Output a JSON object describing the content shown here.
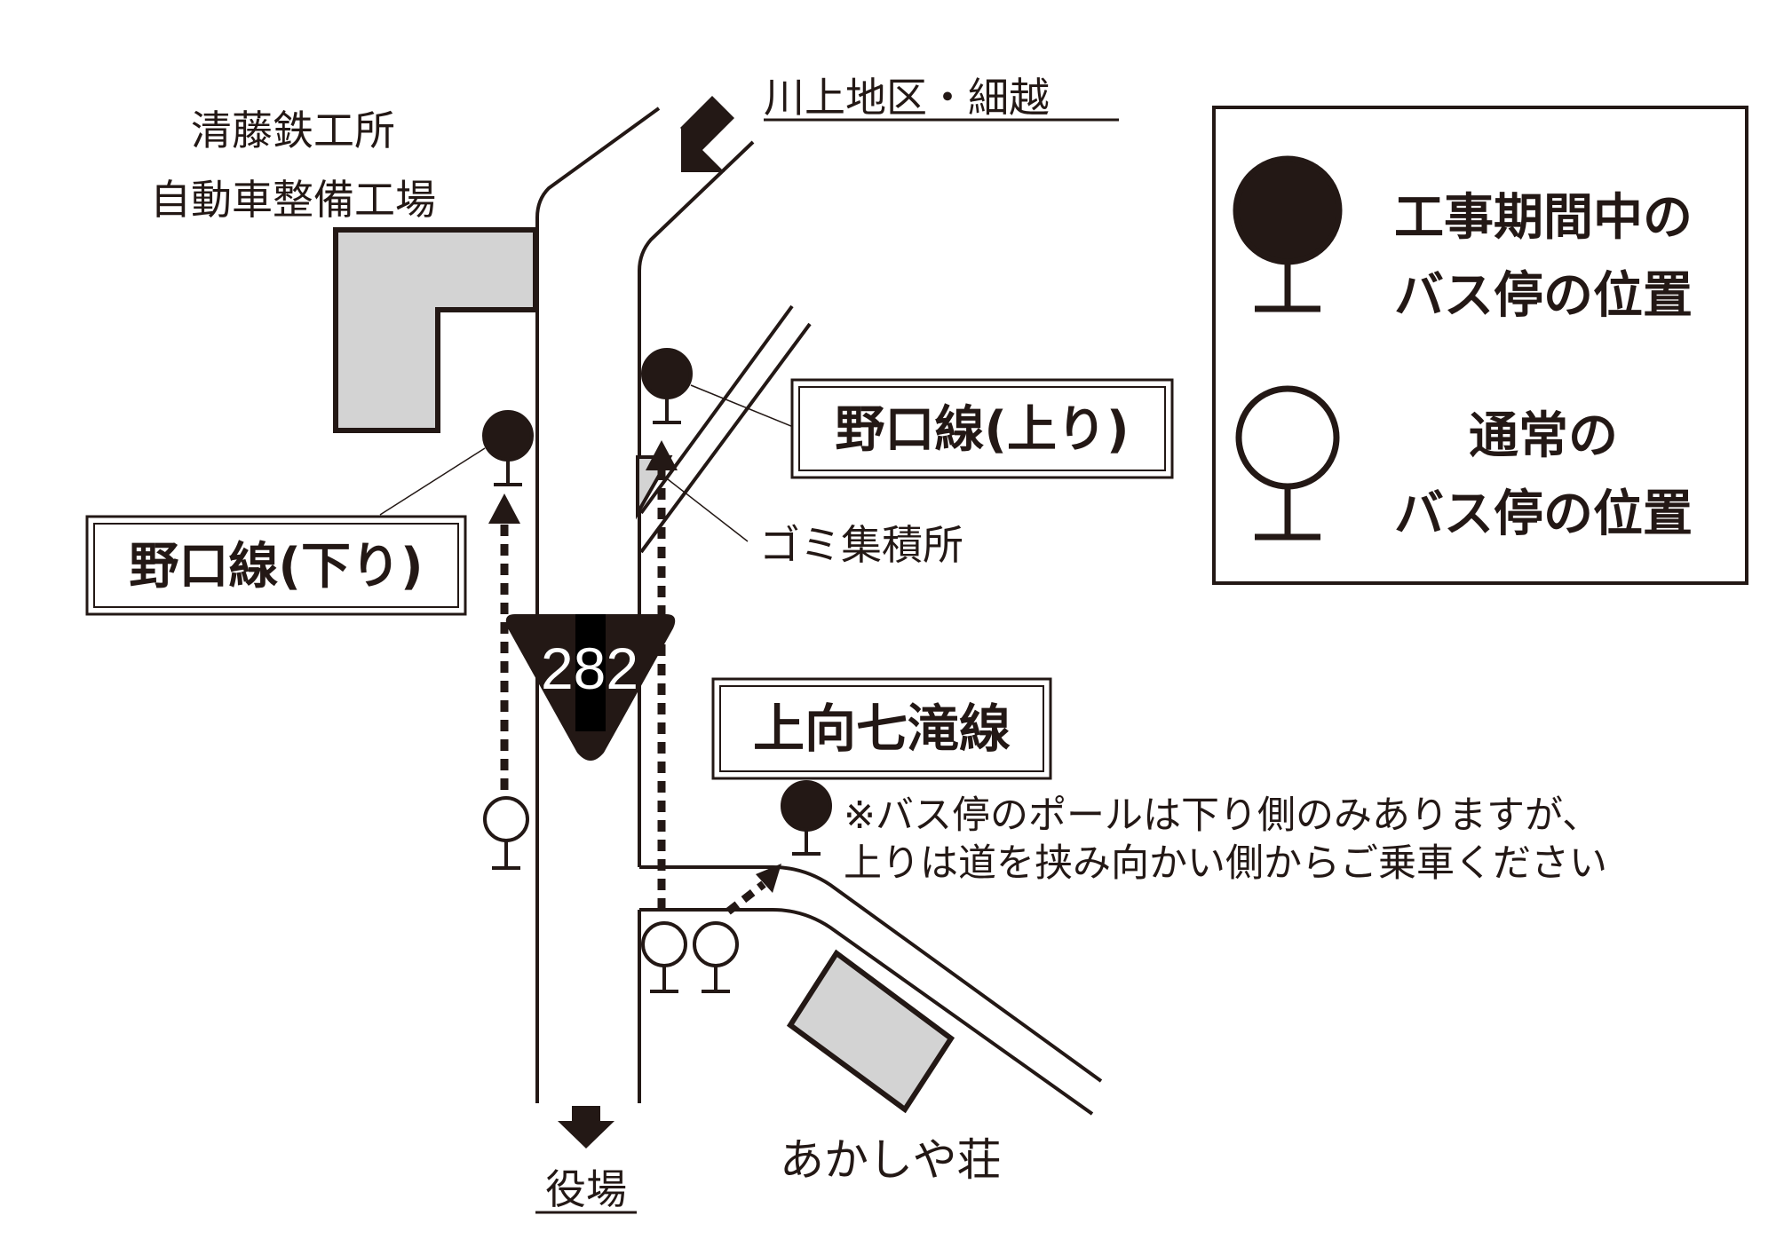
{
  "labels": {
    "factory_line1": "清藤鉄工所",
    "factory_line2": "自動車整備工場",
    "north_dest": "川上地区・細越",
    "south_dest": "役場",
    "garbage": "ゴミ集積所",
    "lodge": "あかしや荘",
    "route_number": "282"
  },
  "route_boxes": {
    "noguchi_down": "野口線(下り)",
    "noguchi_up": "野口線(上り)",
    "kamimuki": "上向七滝線"
  },
  "note": {
    "line1": "※バス停のポールは下り側のみありますが、",
    "line2": "上りは道を挟み向かい側からご乗車ください"
  },
  "legend": {
    "construction_line1": "工事期間中の",
    "construction_line2": "バス停の位置",
    "normal_line1": "通常の",
    "normal_line2": "バス停の位置"
  },
  "colors": {
    "ink": "#231815",
    "building_fill": "#d3d3d3",
    "background": "#ffffff"
  },
  "icons": {
    "construction_stop": "filled-bus-stop-icon",
    "normal_stop": "hollow-bus-stop-icon",
    "route_shield": "inverted-triangle-route-shield",
    "direction_arrow": "block-arrow-icon"
  }
}
